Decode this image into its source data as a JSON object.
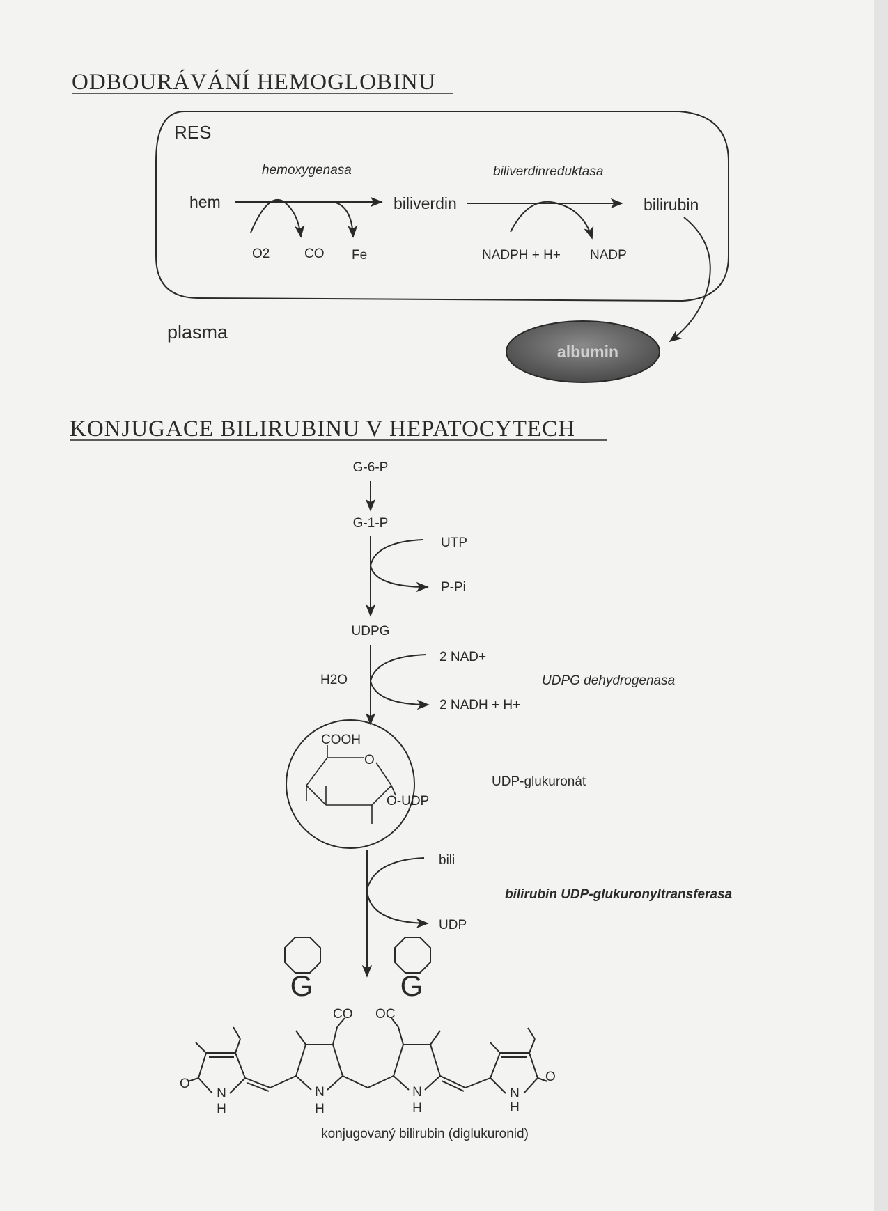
{
  "section1": {
    "title": "ODBOURÁVÁNÍ HEMOGLOBINU",
    "compartment": "RES",
    "outside": "plasma",
    "enzyme1": "hemoxygenasa",
    "enzyme2": "biliverdinreduktasa",
    "substrate": "hem",
    "intermediate": "biliverdin",
    "product": "bilirubin",
    "cofactors1": [
      "O2",
      "CO",
      "Fe"
    ],
    "cofactors2": [
      "NADPH + H+",
      "NADP"
    ],
    "carrier": "albumin"
  },
  "section2": {
    "title": "KONJUGACE BILIRUBINU V HEPATOCYTECH",
    "g6p": "G-6-P",
    "g1p": "G-1-P",
    "utp": "UTP",
    "ppi": "P-Pi",
    "udpg": "UDPG",
    "nad": "2 NAD+",
    "h2o": "H2O",
    "nadh": "2 NADH + H+",
    "enzyme_udpg": "UDPG dehydrogenasa",
    "cooh": "COOH",
    "ring_o": "O",
    "o_udp": "O-UDP",
    "udp_glucuronate": "UDP-glukuronát",
    "bili": "bili",
    "enzyme_transferase": "bilirubin UDP-glukuronyltransferasa",
    "udp": "UDP",
    "g": "G",
    "co_left": "CO",
    "co_right": "OC",
    "o": "O",
    "n": "N",
    "h": "H",
    "caption": "konjugovaný bilirubin (diglukuronid)"
  }
}
